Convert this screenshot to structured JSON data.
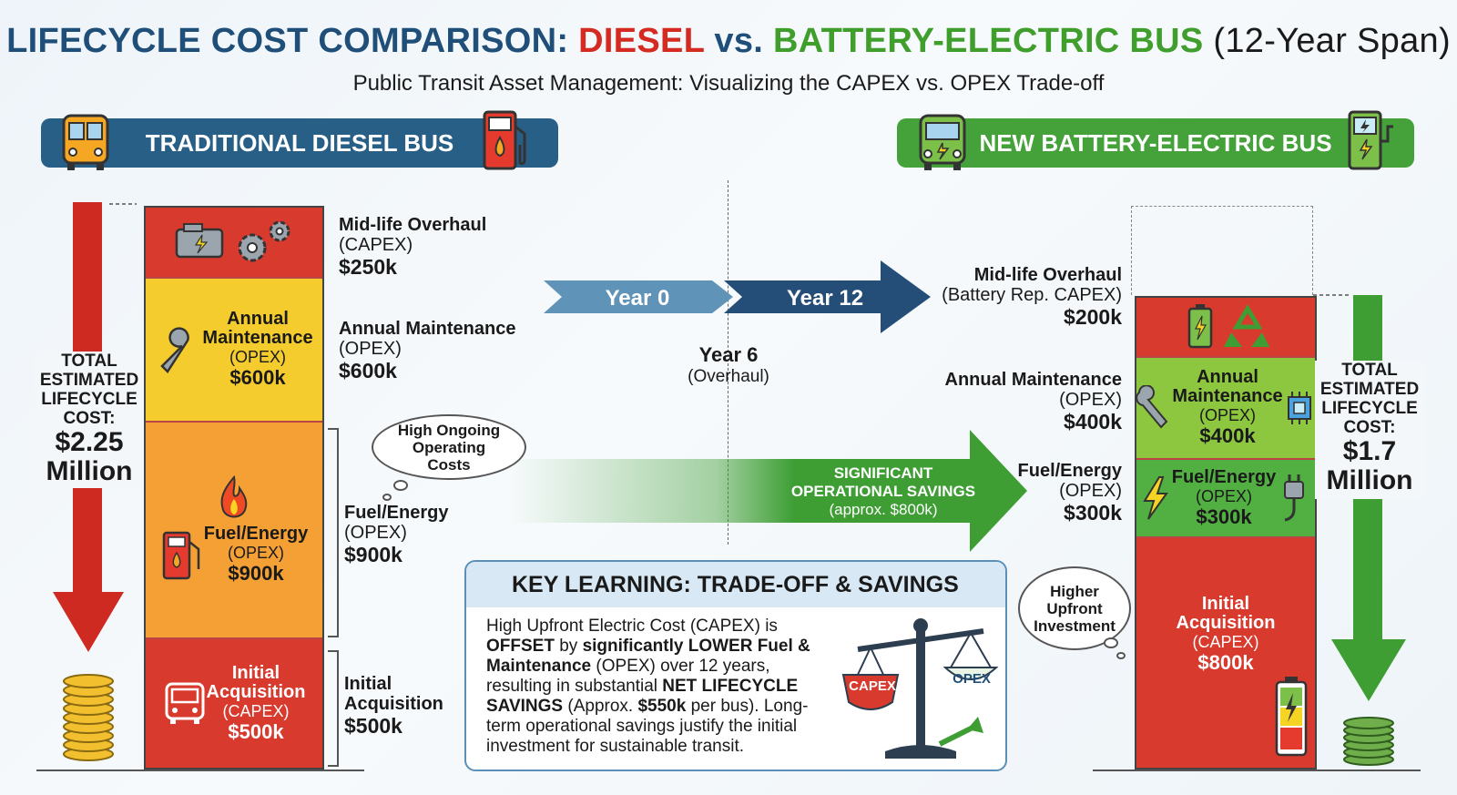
{
  "title": {
    "part1": "LIFECYCLE COST COMPARISON:",
    "part2": "DIESEL",
    "part3": "vs.",
    "part4": "BATTERY-ELECTRIC BUS",
    "part5": "(12-Year Span)"
  },
  "subtitle": "Public Transit Asset Management: Visualizing the CAPEX vs. OPEX Trade-off",
  "diesel": {
    "banner": "TRADITIONAL DIESEL BUS",
    "total_label_lines": [
      "TOTAL",
      "ESTIMATED",
      "LIFECYCLE",
      "COST:"
    ],
    "total_value_lines": [
      "$2.25",
      "Million"
    ],
    "segments": {
      "overhaul": {
        "side_title": "Mid-life Overhaul",
        "side_sub": "(CAPEX)",
        "side_val": "$250k"
      },
      "maintenance": {
        "label1": "Annual",
        "label2": "Maintenance",
        "sub": "(OPEX)",
        "val": "$600k",
        "side_title": "Annual Maintenance",
        "side_sub": "(OPEX)",
        "side_val": "$600k"
      },
      "fuel": {
        "label": "Fuel/Energy",
        "sub": "(OPEX)",
        "val": "$900k",
        "side_title": "Fuel/Energy",
        "side_sub": "(OPEX)",
        "side_val": "$900k"
      },
      "acquisition": {
        "label1": "Initial",
        "label2": "Acquisition",
        "sub": "(CAPEX)",
        "val": "$500k",
        "side_title1": "Initial",
        "side_title2": "Acquisition",
        "side_val": "$500k"
      }
    },
    "cloud": "High Ongoing Operating Costs",
    "colors": {
      "overhaul": "#d83a2e",
      "maintenance": "#f5cc2d",
      "fuel": "#f5a035",
      "acquisition": "#d83a2e",
      "arrow": "#cf2a22"
    }
  },
  "electric": {
    "banner": "NEW BATTERY-ELECTRIC BUS",
    "total_label_lines": [
      "TOTAL",
      "ESTIMATED",
      "LIFECYCLE",
      "COST:"
    ],
    "total_value_lines": [
      "$1.7",
      "Million"
    ],
    "segments": {
      "overhaul": {
        "side_title": "Mid-life Overhaul",
        "side_sub": "(Battery Rep. CAPEX)",
        "side_val": "$200k"
      },
      "maintenance": {
        "label1": "Annual",
        "label2": "Maintenance",
        "sub": "(OPEX)",
        "val": "$400k",
        "side_title": "Annual Maintenance",
        "side_sub": "(OPEX)",
        "side_val": "$400k"
      },
      "fuel": {
        "label": "Fuel/Energy",
        "sub": "(OPEX)",
        "val": "$300k",
        "side_title": "Fuel/Energy",
        "side_sub": "(OPEX)",
        "side_val": "$300k"
      },
      "acquisition": {
        "label1": "Initial",
        "label2": "Acquisition",
        "sub": "(CAPEX)",
        "val": "$800k"
      }
    },
    "cloud": "Higher Upfront Investment",
    "colors": {
      "overhaul": "#d83a2e",
      "maintenance": "#8dc63f",
      "fuel": "#52b043",
      "acquisition": "#d83a2e",
      "arrow": "#3e9e34"
    }
  },
  "timeline": {
    "year0": "Year 0",
    "year12": "Year 12",
    "year6": "Year 6",
    "year6_sub": "(Overhaul)"
  },
  "savings": {
    "line1": "SIGNIFICANT",
    "line2": "OPERATIONAL SAVINGS",
    "line3": "(approx. $800k)"
  },
  "key_learning": {
    "heading": "KEY LEARNING: TRADE-OFF & SAVINGS",
    "t1": "High Upfront Electric Cost (CAPEX) is ",
    "b1": "OFFSET",
    "t2": " by ",
    "b2": "significantly LOWER Fuel & Maintenance",
    "t3": " (OPEX) over 12 years, resulting in substantial ",
    "b3": "NET LIFECYCLE SAVINGS",
    "t4": " (Approx. ",
    "b4": "$550k",
    "t5": " per bus). Long-term operational savings justify the initial investment for sustainable transit.",
    "scale_left": "CAPEX",
    "scale_right": "OPEX"
  }
}
